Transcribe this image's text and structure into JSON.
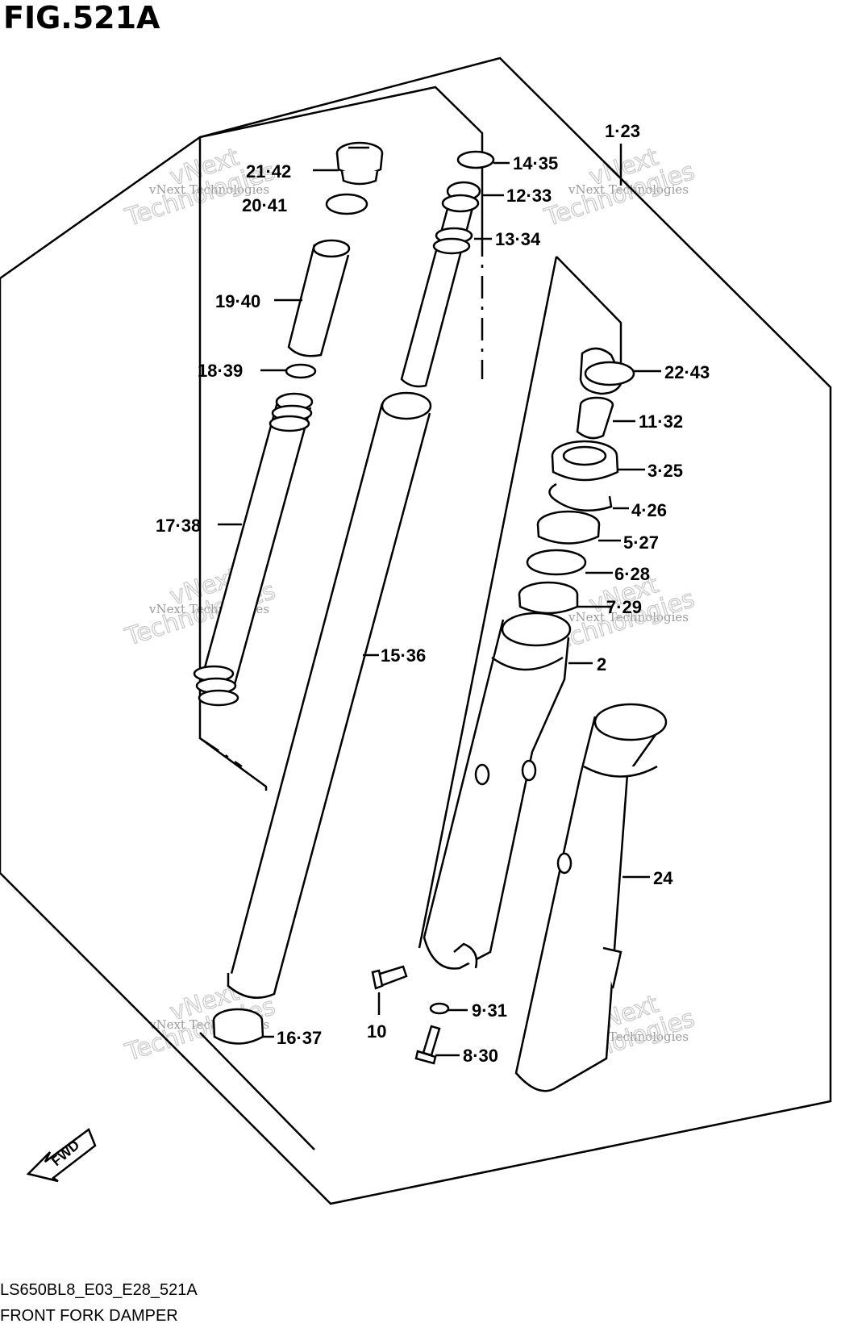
{
  "figure": {
    "title": "FIG.521A"
  },
  "footer": {
    "code": "LS650BL8_E03_E28_521A",
    "subtitle": "FRONT FORK DAMPER"
  },
  "fwd": {
    "label": "FWD"
  },
  "watermark": {
    "line1": "vNext Technologies",
    "line2": "vNext",
    "line3": "Technologies"
  },
  "callouts": [
    {
      "id": "c-1-23",
      "text": "1·23"
    },
    {
      "id": "c-21-42",
      "text": "21·42"
    },
    {
      "id": "c-20-41",
      "text": "20·41"
    },
    {
      "id": "c-14-35",
      "text": "14·35"
    },
    {
      "id": "c-12-33",
      "text": "12·33"
    },
    {
      "id": "c-13-34",
      "text": "13·34"
    },
    {
      "id": "c-19-40",
      "text": "19·40"
    },
    {
      "id": "c-18-39",
      "text": "18·39"
    },
    {
      "id": "c-22-43",
      "text": "22·43"
    },
    {
      "id": "c-11-32",
      "text": "11·32"
    },
    {
      "id": "c-3-25",
      "text": "3·25"
    },
    {
      "id": "c-4-26",
      "text": "4·26"
    },
    {
      "id": "c-17-38",
      "text": "17·38"
    },
    {
      "id": "c-5-27",
      "text": "5·27"
    },
    {
      "id": "c-6-28",
      "text": "6·28"
    },
    {
      "id": "c-7-29",
      "text": "7·29"
    },
    {
      "id": "c-15-36",
      "text": "15·36"
    },
    {
      "id": "c-2",
      "text": "2"
    },
    {
      "id": "c-24",
      "text": "24"
    },
    {
      "id": "c-9-31",
      "text": "9·31"
    },
    {
      "id": "c-10",
      "text": "10"
    },
    {
      "id": "c-16-37",
      "text": "16·37"
    },
    {
      "id": "c-8-30",
      "text": "8·30"
    }
  ]
}
